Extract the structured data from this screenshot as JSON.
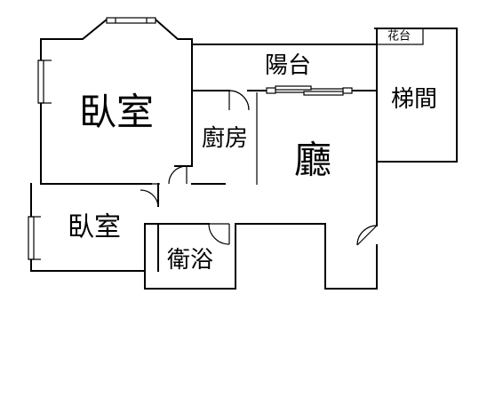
{
  "rooms": {
    "bedroom_main": "臥室",
    "bedroom_small": "臥室",
    "balcony": "陽台",
    "stairwell": "梯間",
    "kitchen": "廚房",
    "living_room": "廳",
    "bathroom": "衛浴",
    "planter": "花台"
  }
}
